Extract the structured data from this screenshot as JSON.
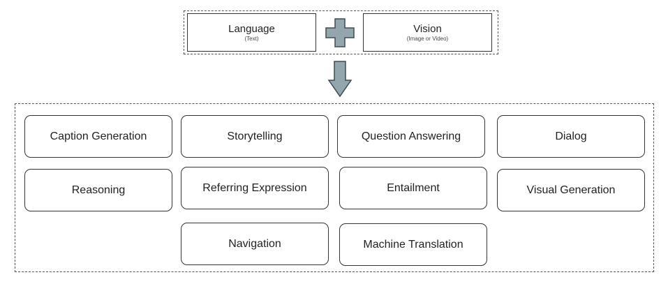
{
  "inputs": {
    "language": {
      "title": "Language",
      "sub": "(Text)"
    },
    "vision": {
      "title": "Vision",
      "sub": "(Image or Video)"
    }
  },
  "tasks": [
    "Caption Generation",
    "Storytelling",
    "Question Answering",
    "Dialog",
    "Reasoning",
    "Referring Expression",
    "Entailment",
    "Visual Generation",
    "Navigation",
    "Machine Translation"
  ],
  "colors": {
    "symbol_fill": "#93a6ae",
    "symbol_stroke": "#3f4a4f",
    "box_border": "#333333"
  },
  "icons": {
    "combine": "plus-icon",
    "flow": "arrow-down-icon"
  }
}
